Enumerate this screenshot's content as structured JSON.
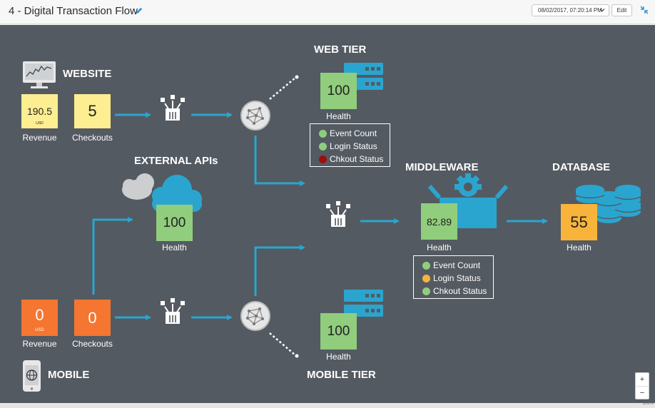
{
  "header": {
    "title": "4 - Digital Transaction Flow",
    "date": "08/02/2017, 07:20:14 PM",
    "edit_label": "Edit"
  },
  "zoom_level": "100%",
  "zoom_in": "+",
  "zoom_out": "−",
  "colors": {
    "canvas": "#545a61",
    "flow": "#2aa5cf",
    "green": "#90cd7d",
    "yellow": "#fdee91",
    "orange": "#f47630",
    "amber": "#f8b43a",
    "red": "#a00d0d"
  },
  "website": {
    "title": "WEBSITE",
    "icon": "monitor-icon",
    "revenue": {
      "value": "190.5",
      "unit": "USD",
      "label": "Revenue"
    },
    "checkouts": {
      "value": "5",
      "label": "Checkouts"
    }
  },
  "mobile": {
    "title": "MOBILE",
    "icon": "phone-globe-icon",
    "revenue": {
      "value": "0",
      "unit": "USD",
      "label": "Revenue"
    },
    "checkouts": {
      "value": "0",
      "label": "Checkouts"
    }
  },
  "web_tier": {
    "title": "WEB TIER",
    "health": {
      "value": "100",
      "label": "Health"
    },
    "statuses": [
      {
        "label": "Event Count",
        "state": "ok"
      },
      {
        "label": "Login Status",
        "state": "ok"
      },
      {
        "label": "Chkout Status",
        "state": "critical"
      }
    ]
  },
  "external_apis": {
    "title": "EXTERNAL APIs",
    "health": {
      "value": "100",
      "label": "Health"
    }
  },
  "middleware": {
    "title": "MIDDLEWARE",
    "health": {
      "value": "82.89",
      "label": "Health"
    },
    "statuses": [
      {
        "label": "Event Count",
        "state": "ok"
      },
      {
        "label": "Login Status",
        "state": "warning"
      },
      {
        "label": "Chkout Status",
        "state": "ok"
      }
    ]
  },
  "database": {
    "title": "DATABASE",
    "health": {
      "value": "55",
      "label": "Health"
    }
  },
  "mobile_tier": {
    "title": "MOBILE TIER",
    "health": {
      "value": "100",
      "label": "Health"
    }
  }
}
